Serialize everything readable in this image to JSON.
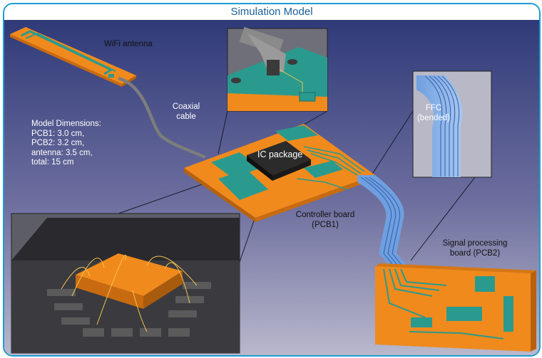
{
  "title": "Simulation Model",
  "labels": {
    "wifi_antenna": "WiFi antenna",
    "coaxial_cable": [
      "Coaxial",
      "cable"
    ],
    "ic_package": "IC package",
    "controller_board": [
      "Controller board",
      "(PCB1)"
    ],
    "ffc": [
      "FFC",
      "(bended)"
    ],
    "signal_board": [
      "Signal processing",
      "board (PCB2)"
    ]
  },
  "dimensions": {
    "heading": "Model Dimensions:",
    "lines": [
      "PCB1: 3.0 cm,",
      "PCB2: 3.2 cm,",
      "antenna: 3.5 cm,",
      "total: 15 cm"
    ]
  },
  "colors": {
    "frame": "#1d9bd1",
    "title": "#1b5f96",
    "background_top": "#2f3a78",
    "background_bottom": "#b9b8cc",
    "board_orange": "#f08a1c",
    "trace_teal": "#2a9a8e",
    "ffc_blue": "#5b8fd6"
  }
}
